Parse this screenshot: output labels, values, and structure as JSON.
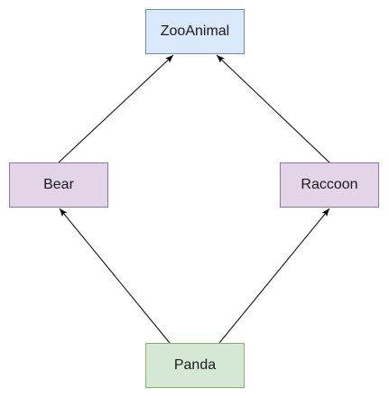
{
  "nodes": {
    "zooanimal": {
      "label": "ZooAnimal",
      "fill": "#dae8fc",
      "stroke": "#6c8ebf"
    },
    "bear": {
      "label": "Bear",
      "fill": "#e1d5e7",
      "stroke": "#9673a6"
    },
    "raccoon": {
      "label": "Raccoon",
      "fill": "#e1d5e7",
      "stroke": "#9673a6"
    },
    "panda": {
      "label": "Panda",
      "fill": "#d5e8d4",
      "stroke": "#82b366"
    }
  },
  "edges": [
    {
      "from": "bear",
      "to": "zooanimal"
    },
    {
      "from": "raccoon",
      "to": "zooanimal"
    },
    {
      "from": "panda",
      "to": "bear"
    },
    {
      "from": "panda",
      "to": "raccoon"
    }
  ],
  "edge_color": "#000000"
}
